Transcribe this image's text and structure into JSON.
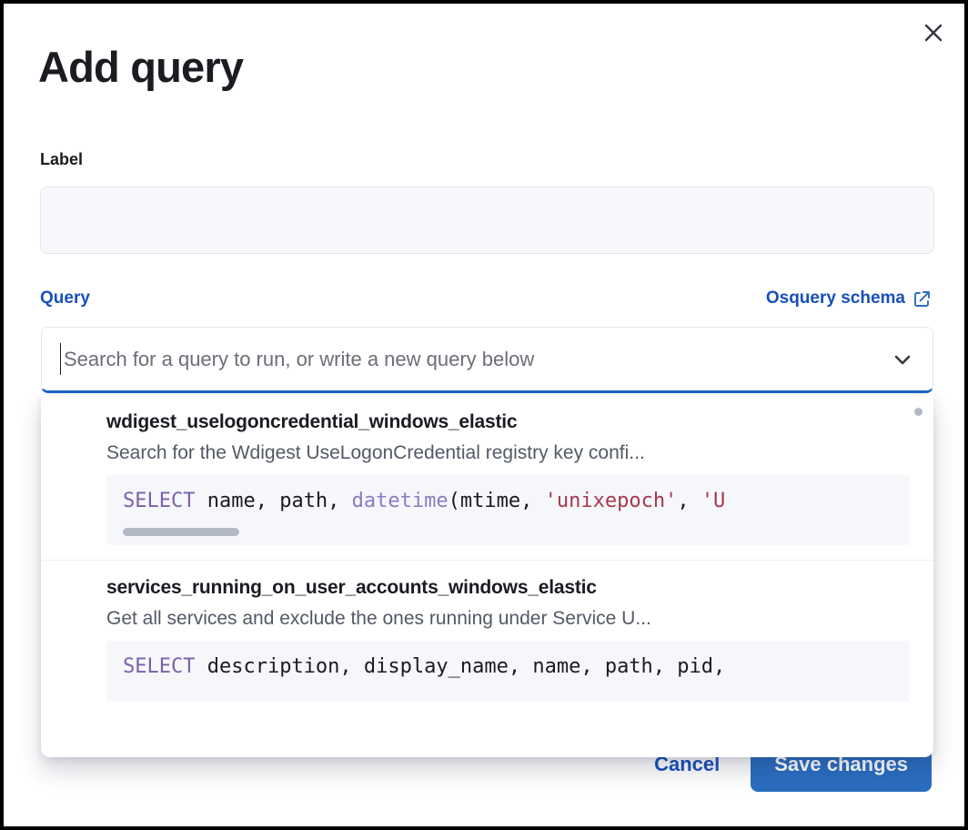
{
  "modal": {
    "title": "Add query",
    "close_icon": "close-icon"
  },
  "label_field": {
    "label": "Label",
    "value": "",
    "placeholder": ""
  },
  "query_field": {
    "label": "Query",
    "schema_link": "Osquery schema",
    "schema_link_icon": "external-link-icon",
    "search_placeholder": "Search for a query to run, or write a new query below",
    "chevron_icon": "chevron-down-icon"
  },
  "dropdown": {
    "options": [
      {
        "title": "wdigest_uselogoncredential_windows_elastic",
        "description": "Search for the Wdigest UseLogonCredential registry key confi...",
        "code_tokens": [
          {
            "t": "SELECT",
            "c": "kw"
          },
          {
            "t": " name, path, ",
            "c": "plain"
          },
          {
            "t": "datetime",
            "c": "fn"
          },
          {
            "t": "(mtime, ",
            "c": "plain"
          },
          {
            "t": "'unixepoch'",
            "c": "str"
          },
          {
            "t": ", ",
            "c": "plain"
          },
          {
            "t": "'U",
            "c": "str"
          }
        ],
        "has_scrollbar": true
      },
      {
        "title": "services_running_on_user_accounts_windows_elastic",
        "description": "Get all services and exclude the ones running under Service U...",
        "code_tokens": [
          {
            "t": "SELECT",
            "c": "kw"
          },
          {
            "t": " description, display_name, name, path, pid,",
            "c": "plain"
          }
        ],
        "has_scrollbar": false
      }
    ]
  },
  "footer": {
    "cancel_label": "Cancel",
    "save_label": "Save changes"
  },
  "colors": {
    "accent_blue": "#1750bb",
    "button_blue": "#2a6dc0",
    "focus_border": "#1f66cc",
    "text_dark": "#1a1c21",
    "text_muted": "#535966",
    "code_bg": "#f6f7fb",
    "keyword": "#7b61a8",
    "function": "#8b7bc4",
    "string": "#a8384f"
  }
}
